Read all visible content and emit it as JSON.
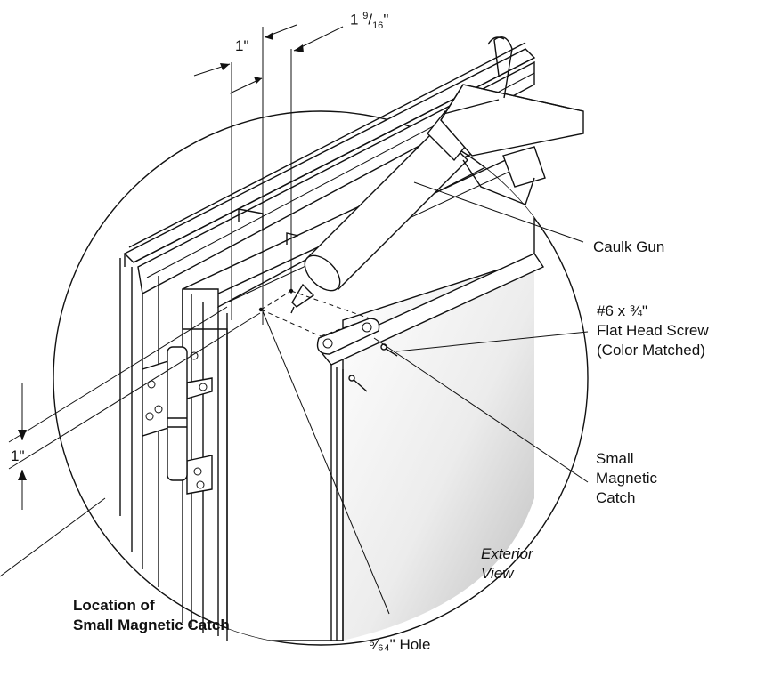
{
  "labels": {
    "caulk_gun": "Caulk Gun",
    "screw_line1": "#6 x ¾\"",
    "screw_line2": "Flat Head Screw",
    "screw_line3": "(Color Matched)",
    "catch_line1": "Small",
    "catch_line2": "Magnetic",
    "catch_line3": "Catch",
    "exterior_line1": "Exterior",
    "exterior_line2": "View",
    "location_line1": "Location of",
    "location_line2": "Small Magnetic Catch",
    "hole": "⁵⁄₆₄\" Hole"
  },
  "dimensions": {
    "top_1_9_16_whole": "1",
    "top_1_9_16_num": "9",
    "top_1_9_16_den": "16",
    "top_1_9_16_unit": "\"",
    "top_1": "1\"",
    "side_1": "1\""
  },
  "colors": {
    "ink": "#111111",
    "background": "#ffffff",
    "glass_shade": "#cfcfcf"
  }
}
